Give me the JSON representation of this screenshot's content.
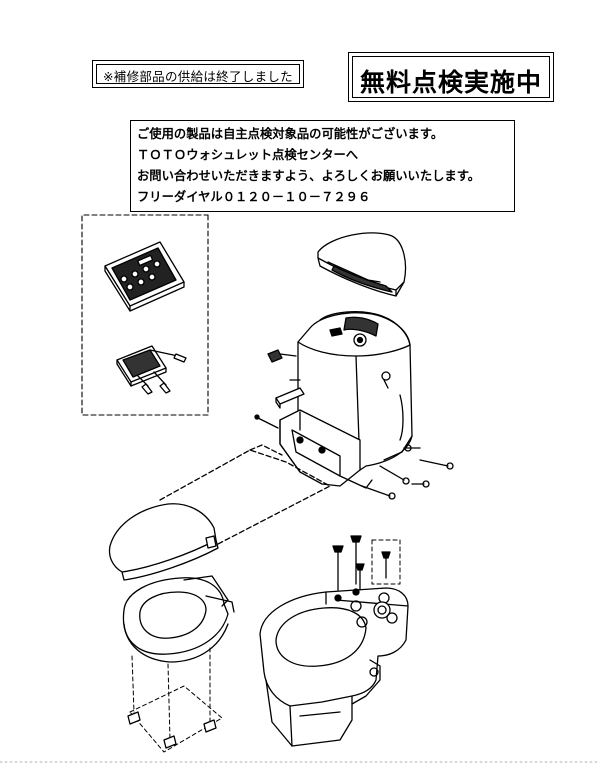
{
  "notices": {
    "parts_supply_ended": "※補修部品の供給は終了しました",
    "inspection_status": "無料点検実施中"
  },
  "message": {
    "lines": [
      "ご使用の製品は自主点検対象品の可能性がございます。",
      "ＴＯＴＯウォシュレット点検センターへ",
      "お問い合わせいただきますよう、よろしくお願いいたします。",
      "フリーダイヤル０１２０－１０－７２９６"
    ]
  },
  "diagram": {
    "parts": [
      "remote-control",
      "remote-wall-bracket",
      "washlet-lid",
      "washlet-main-unit",
      "washlet-base-plate",
      "seat-lid",
      "toilet-seat",
      "toilet-bowl",
      "tank-mounting-bolts"
    ]
  }
}
